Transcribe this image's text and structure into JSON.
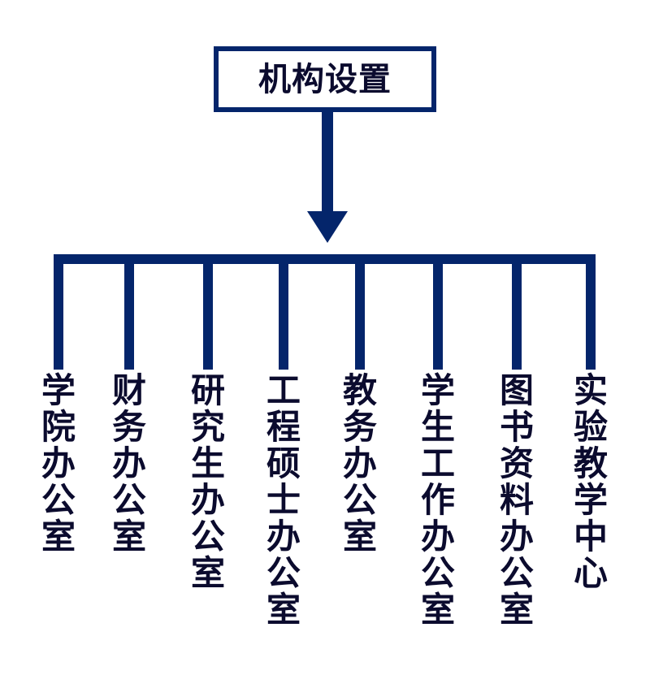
{
  "diagram": {
    "type": "organization-chart",
    "title": "机构设置",
    "colors": {
      "line": "#04256b",
      "text": "#0b0b2e",
      "background": "#ffffff"
    },
    "root": {
      "label": "机构设置"
    },
    "children": [
      {
        "label": "学院办公室",
        "chars": [
          "学",
          "院",
          "办",
          "公",
          "室"
        ]
      },
      {
        "label": "财务办公室",
        "chars": [
          "财",
          "务",
          "办",
          "公",
          "室"
        ]
      },
      {
        "label": "研究生办公室",
        "chars": [
          "研",
          "究",
          "生",
          "办",
          "公",
          "室"
        ]
      },
      {
        "label": "工程硕士办公室",
        "chars": [
          "工",
          "程",
          "硕",
          "士",
          "办",
          "公",
          "室"
        ]
      },
      {
        "label": "教务办公室",
        "chars": [
          "教",
          "务",
          "办",
          "公",
          "室"
        ]
      },
      {
        "label": "学生工作办公室",
        "chars": [
          "学",
          "生",
          "工",
          "作",
          "办",
          "公",
          "室"
        ]
      },
      {
        "label": "图书资料办公室",
        "chars": [
          "图",
          "书",
          "资",
          "料",
          "办",
          "公",
          "室"
        ]
      },
      {
        "label": "实验教学中心",
        "chars": [
          "实",
          "验",
          "教",
          "学",
          "中",
          "心"
        ]
      }
    ]
  }
}
